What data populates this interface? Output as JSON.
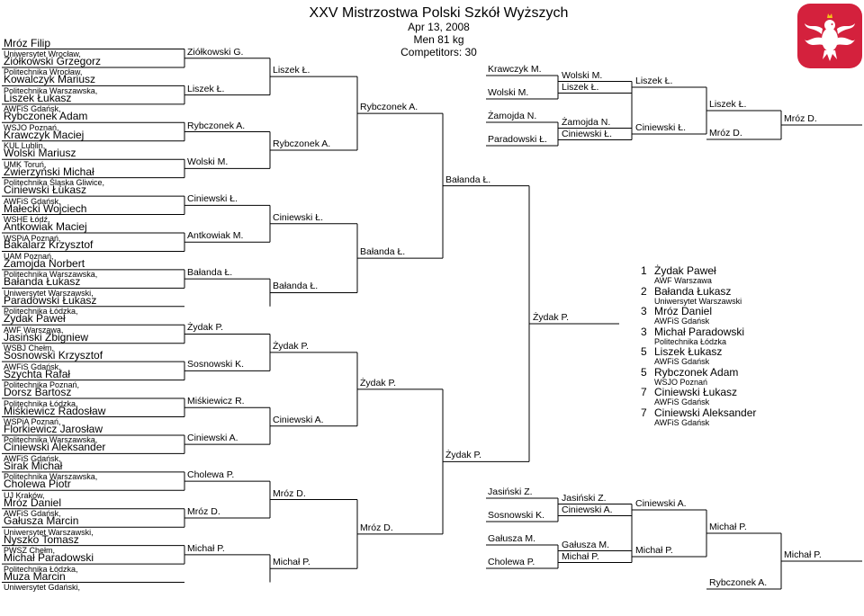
{
  "header": {
    "title": "XXV Mistrzostwa Polski Szkół Wyższych",
    "date": "Apr 13, 2008",
    "category": "Men 81 kg",
    "competitors": "Competitors: 30"
  },
  "logo": {
    "icon": "polish-eagle-emblem",
    "color": "#d4213d"
  },
  "line_color": "#000000",
  "competitors": [
    {
      "name": "Mróz Filip",
      "club": "Uniwersytet Wrocław,"
    },
    {
      "name": "Ziółkowski Grzegorz",
      "club": "Politechnika Wrocław,"
    },
    {
      "name": "Kowalczyk Mariusz",
      "club": "Politechnika Warszawska,"
    },
    {
      "name": "Liszek Łukasz",
      "club": "AWFiS Gdańsk,"
    },
    {
      "name": "Rybczonek Adam",
      "club": "WSJO Poznań,"
    },
    {
      "name": "Krawczyk Maciej",
      "club": "KUL Lublin,"
    },
    {
      "name": "Wolski Mariusz",
      "club": "UMK Toruń,"
    },
    {
      "name": "Zwierzyński Michał",
      "club": "Politechnika Śląska Gliwice,"
    },
    {
      "name": "Ciniewski Łukasz",
      "club": "AWFiS Gdańsk,"
    },
    {
      "name": "Małecki Wojciech",
      "club": "WSHE Łódź,"
    },
    {
      "name": "Antkowiak Maciej",
      "club": "WSPiA Poznań,"
    },
    {
      "name": "Bakalarz Krzysztof",
      "club": "UAM Poznań,"
    },
    {
      "name": "Żamojda Norbert",
      "club": "Politechnika Warszawska,"
    },
    {
      "name": "Bałanda Łukasz",
      "club": "Uniwersytet Warszawski,"
    },
    {
      "name": "Paradowski Łukasz",
      "club": "Politechnika Łódzka,"
    },
    {
      "name": "Żydak Paweł",
      "club": "AWF Warszawa,"
    },
    {
      "name": "Jasiński Zbigniew",
      "club": "WSBJ Chełm,"
    },
    {
      "name": "Sosnowski Krzysztof",
      "club": "AWFiS Gdańsk,"
    },
    {
      "name": "Szychta Rafał",
      "club": "Politechnika Poznań,"
    },
    {
      "name": "Dorsz Bartosz",
      "club": "Politechnika Łódzka,"
    },
    {
      "name": "Miśkiewicz Radosław",
      "club": "WSPiA Poznań,"
    },
    {
      "name": "Florkiewicz Jarosław",
      "club": "Politechnika Warszawska,"
    },
    {
      "name": "Ciniewski Aleksander",
      "club": "AWFiS Gdańsk,"
    },
    {
      "name": "Sirak Michał",
      "club": "Politechnika Warszawska,"
    },
    {
      "name": "Cholewa Piotr",
      "club": "UJ Kraków,"
    },
    {
      "name": "Mróz Daniel",
      "club": "AWFiS Gdańsk,"
    },
    {
      "name": "Gałusza Marcin",
      "club": "Uniwersytet Warszawski,"
    },
    {
      "name": "Nyszko Tomasz",
      "club": "PWSZ Chełm,"
    },
    {
      "name": "Michał Paradowski",
      "club": "Politechnika Łódzka,"
    },
    {
      "name": "Muza Marcin",
      "club": "Uniwersytet Gdański,"
    }
  ],
  "round1": [
    "Ziółkowski G.",
    "Liszek Ł.",
    "Rybczonek A.",
    "Wolski M.",
    "Ciniewski Ł.",
    "Antkowiak M.",
    "Bałanda Ł.",
    "Żydak P.",
    "Sosnowski K.",
    "Miśkiewicz R.",
    "Ciniewski A.",
    "Cholewa P.",
    "Mróz D.",
    "Michał P."
  ],
  "round2": [
    "Liszek Ł.",
    "Rybczonek A.",
    "Ciniewski Ł.",
    "Bałanda Ł.",
    "Żydak P.",
    "Ciniewski A.",
    "Mróz D.",
    "Michał P."
  ],
  "round3": [
    "Rybczonek A.",
    "Bałanda Ł.",
    "Żydak P.",
    "Mróz D."
  ],
  "round4": [
    "Bałanda Ł.",
    "Żydak P."
  ],
  "final_winner": "Żydak P.",
  "repechage": {
    "upper": {
      "r1": [
        "Krawczyk M.",
        "Wolski M.",
        "Żamojda N.",
        "Paradowski Ł."
      ],
      "r2": [
        "Wolski M.",
        "Liszek Ł.",
        "Żamojda N.",
        "Ciniewski Ł."
      ],
      "r3": [
        "Liszek Ł.",
        "Ciniewski Ł."
      ],
      "r4": [
        "Liszek Ł.",
        "Mróz D."
      ],
      "r5": "Mróz D."
    },
    "lower": {
      "r1": [
        "Jasiński Z.",
        "Sosnowski K.",
        "Gałusza M.",
        "Cholewa P."
      ],
      "r2": [
        "Jasiński Z.",
        "Ciniewski A.",
        "Gałusza M.",
        "Michał P."
      ],
      "r3": [
        "Ciniewski A.",
        "Michał P."
      ],
      "r4": [
        "Michał P.",
        "Rybczonek A."
      ],
      "r5": "Michał P."
    }
  },
  "results": [
    {
      "place": "1",
      "name": "Żydak Paweł",
      "club": "AWF Warszawa"
    },
    {
      "place": "2",
      "name": "Bałanda Łukasz",
      "club": "Uniwersytet Warszawski"
    },
    {
      "place": "3",
      "name": "Mróz Daniel",
      "club": "AWFiS Gdańsk"
    },
    {
      "place": "3",
      "name": "Michał Paradowski",
      "club": "Politechnika Łódzka"
    },
    {
      "place": "5",
      "name": "Liszek Łukasz",
      "club": "AWFiS Gdańsk"
    },
    {
      "place": "5",
      "name": "Rybczonek Adam",
      "club": "WSJO Poznań"
    },
    {
      "place": "7",
      "name": "Ciniewski Łukasz",
      "club": "AWFiS Gdańsk"
    },
    {
      "place": "7",
      "name": "Ciniewski Aleksander",
      "club": "AWFiS Gdańsk"
    }
  ]
}
